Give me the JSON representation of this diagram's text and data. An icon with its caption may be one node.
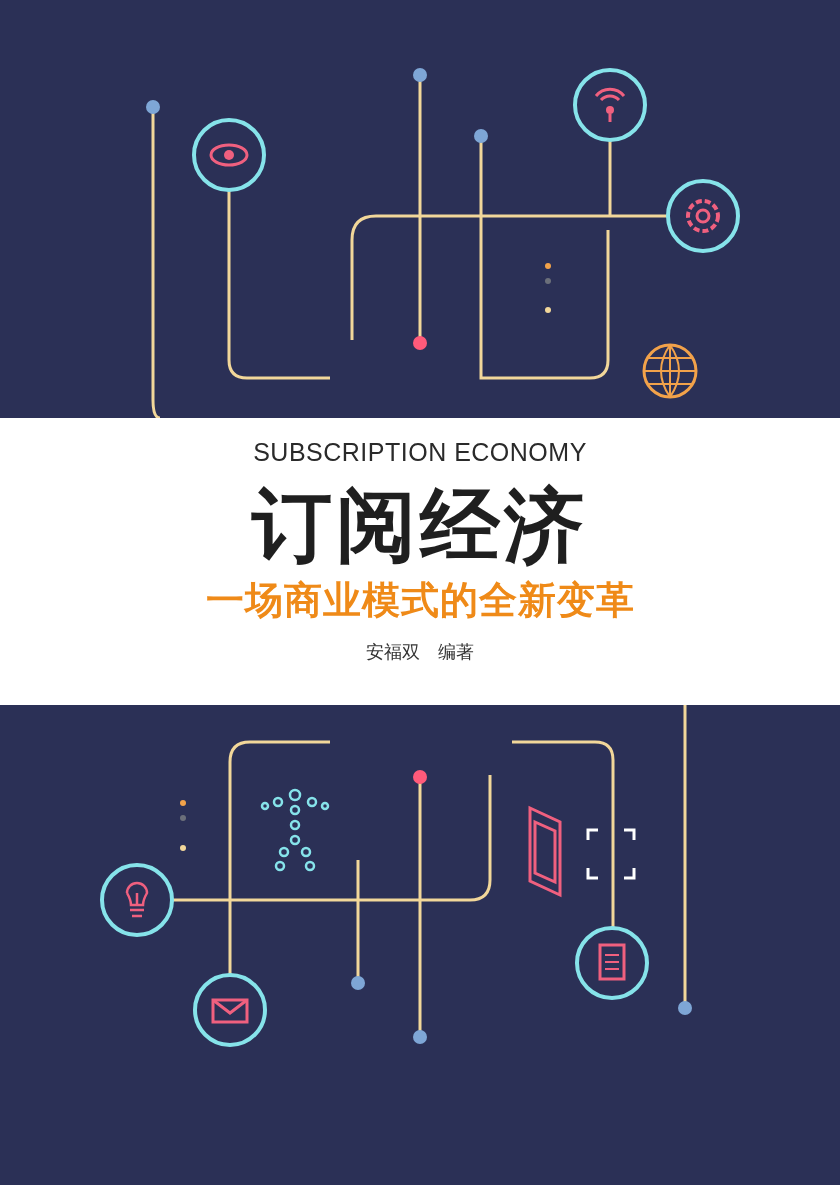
{
  "diagram": {
    "title": "订阅经济",
    "labels": [
      "SUBSCRIPTION ECONOMY",
      "一场商业模式的全新变革",
      "安福双",
      "编著"
    ]
  }
}
